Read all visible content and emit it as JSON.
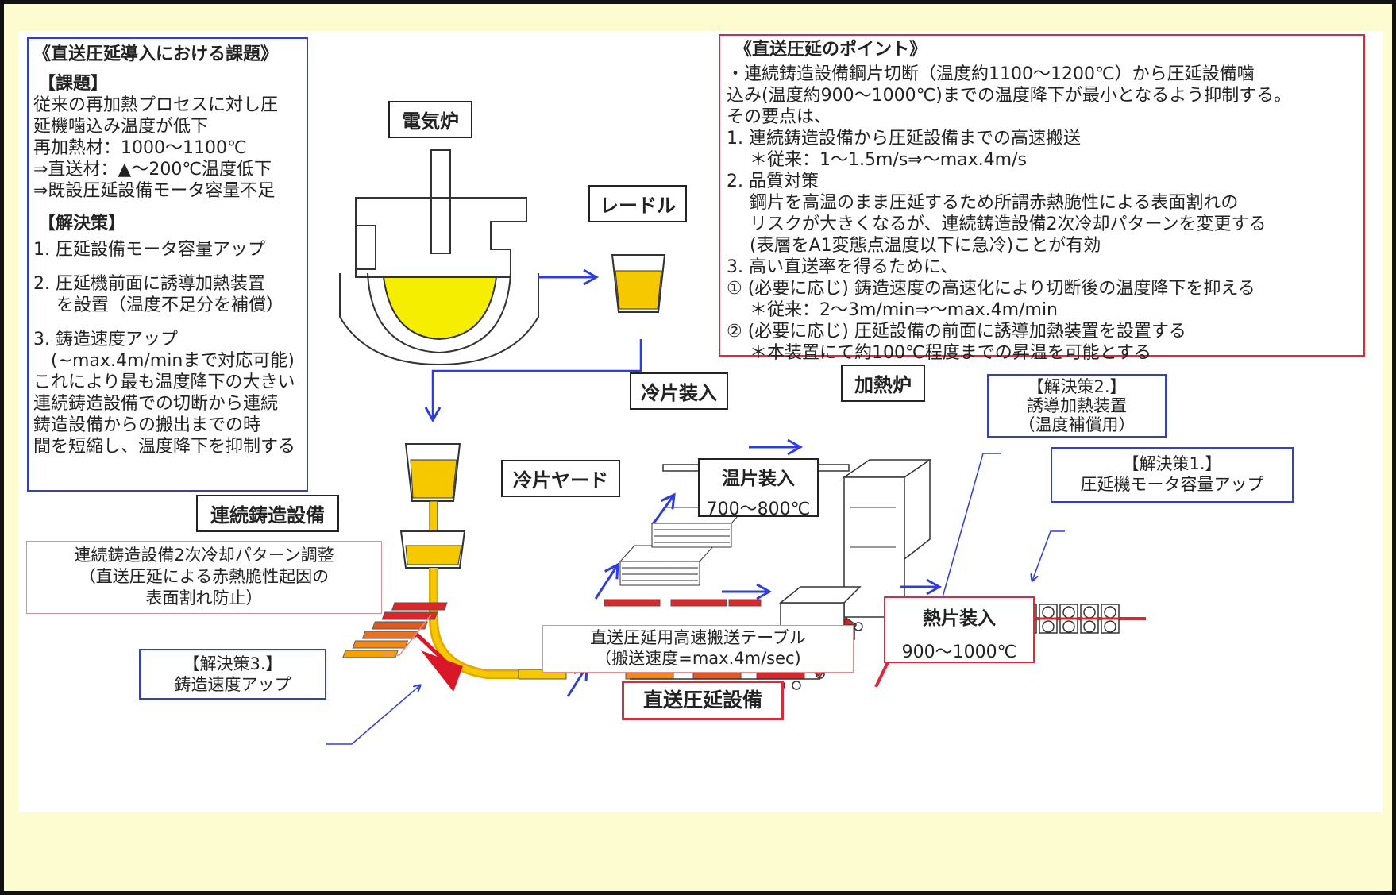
{
  "left_box": {
    "title": "《直送圧延導入における課題》",
    "problem_heading": "【課題】",
    "problem_lines": [
      "従来の再加熱プロセスに対し圧",
      "延機噛込み温度が低下",
      "再加熱材：1000〜1100℃",
      "⇒直送材：▲〜200℃温度低下",
      "⇒既設圧延設備モータ容量不足"
    ],
    "solution_heading": "【解決策】",
    "solution_1": "1. 圧延設備モータ容量アップ",
    "solution_2_lines": [
      "2. 圧延機前面に誘導加熱装置",
      "　 を設置（温度不足分を補償）"
    ],
    "solution_3_lines": [
      "3. 鋳造速度アップ",
      "　(~max.4m/minまで対応可能)",
      "これにより最も温度降下の大きい",
      "連続鋳造設備での切断から連続",
      "鋳造設備からの搬出までの時",
      "間を短縮し、温度降下を抑制する"
    ]
  },
  "right_box": {
    "title": "《直送圧延のポイント》",
    "lines": [
      "・連続鋳造設備鋼片切断（温度約1100〜1200℃）から圧延設備噛",
      "込み(温度約900〜1000℃)までの温度降下が最小となるよう抑制する。",
      "その要点は、",
      "1. 連続鋳造設備から圧延設備までの高速搬送",
      "　 ＊従来：1〜1.5m/s⇒〜max.4m/s",
      "2. 品質対策",
      "　 鋼片を高温のまま圧延するため所謂赤熱脆性による表面割れの",
      "　 リスクが大きくなるが、連続鋳造設備2次冷却パターンを変更する",
      "　 (表層をA1変態点温度以下に急冷)ことが有効",
      "3. 高い直送率を得るために、",
      "① (必要に応じ) 鋳造速度の高速化により切断後の温度降下を抑える",
      "　 ＊従来：2〜3m/min⇒〜max.4m/min",
      "② (必要に応じ) 圧延設備の前面に誘導加熱装置を設置する",
      "　 ＊本装置にて約100℃程度までの昇温を可能とする"
    ]
  },
  "labels": {
    "electric_furnace": "電気炉",
    "ladle": "レードル",
    "continuous_caster": "連続鋳造設備",
    "cold_charge": "冷片装入",
    "reheat_furnace": "加熱炉",
    "cold_yard": "冷片ヤード",
    "warm_charge": "温片装入",
    "warm_temp": "700〜800℃",
    "hot_charge": "熱片装入",
    "hot_temp": "900〜1000℃",
    "title_bottom": "直送圧延設備"
  },
  "callouts": {
    "solution2_title": "【解決策2.】",
    "solution2_lines": [
      "誘導加熱装置",
      "（温度補償用）"
    ],
    "solution1_title": "【解決策1.】",
    "solution1_line": "圧延機モータ容量アップ",
    "solution3_title": "【解決策3.】",
    "solution3_line": "鋳造速度アップ",
    "cooling_lines": [
      "連続鋳造設備2次冷却パターン調整",
      "（直送圧延による赤熱脆性起因の",
      "表面割れ防止）"
    ],
    "table_lines": [
      "直送圧延用高速搬送テーブル",
      "（搬送速度=max.4m/sec)"
    ]
  },
  "colors": {
    "blue": "#2f3de0",
    "red": "#e0283c",
    "molten": "#f5c800",
    "hot_slab": "#d8282c",
    "warm_slab": "#f08a1c"
  }
}
